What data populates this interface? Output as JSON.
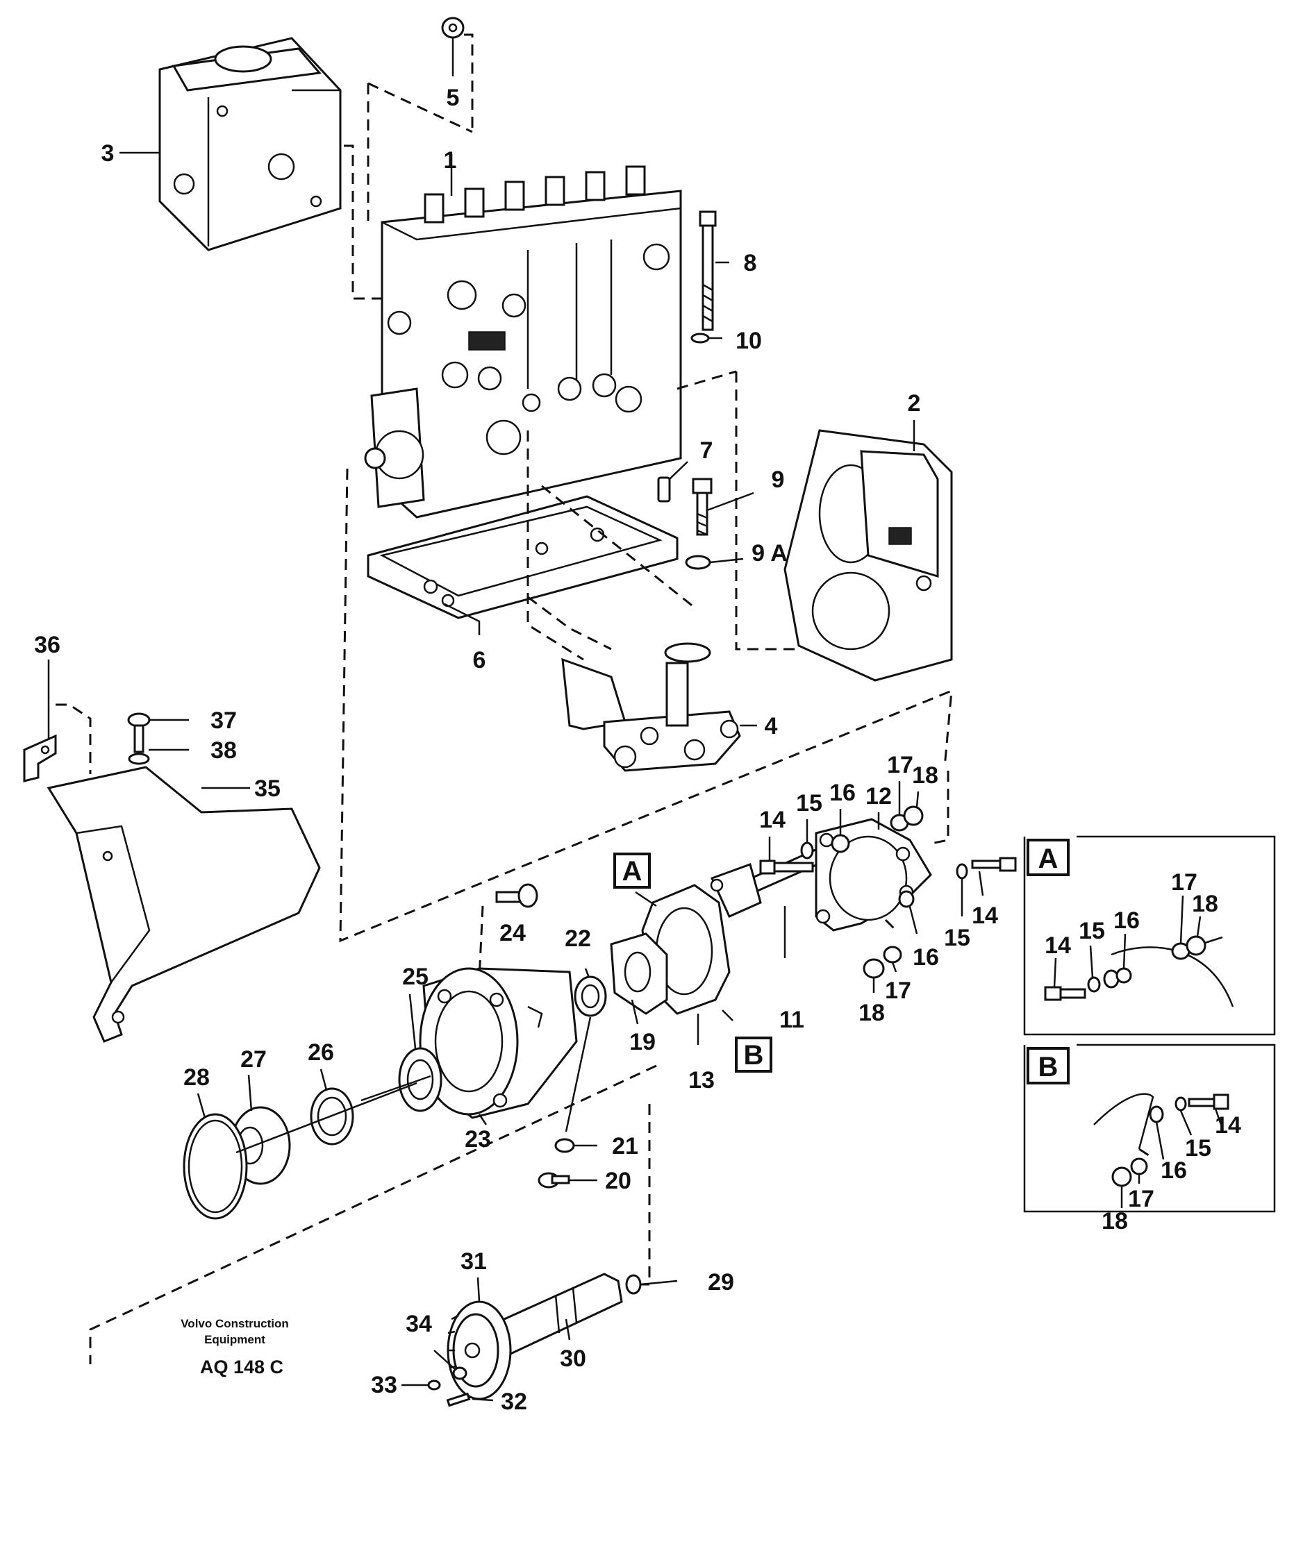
{
  "callouts": {
    "c1": "1",
    "c2": "2",
    "c3": "3",
    "c4": "4",
    "c5": "5",
    "c6": "6",
    "c7": "7",
    "c8": "8",
    "c9": "9",
    "c9a": "9 A",
    "c10": "10",
    "c11": "11",
    "c12": "12",
    "c13": "13",
    "c14a": "14",
    "c14b": "14",
    "c15a": "15",
    "c15b": "15",
    "c16a": "16",
    "c16b": "16",
    "c17a": "17",
    "c17b": "17",
    "c18a": "18",
    "c18b": "18",
    "c19": "19",
    "c20": "20",
    "c21": "21",
    "c22": "22",
    "c23": "23",
    "c24": "24",
    "c25": "25",
    "c26": "26",
    "c27": "27",
    "c28": "28",
    "c29": "29",
    "c30": "30",
    "c31": "31",
    "c32": "32",
    "c33": "33",
    "c34": "34",
    "c35": "35",
    "c36": "36",
    "c37": "37",
    "c38": "38"
  },
  "detail_A": {
    "title": "A",
    "c14": "14",
    "c15": "15",
    "c16": "16",
    "c17": "17",
    "c18": "18"
  },
  "detail_B": {
    "title": "B",
    "c14": "14",
    "c15": "15",
    "c16": "16",
    "c17": "17",
    "c18": "18"
  },
  "flag_A": "A",
  "flag_B": "B",
  "caption": {
    "line1": "Volvo Construction",
    "line2": "Equipment",
    "code": "AQ 148 C"
  }
}
